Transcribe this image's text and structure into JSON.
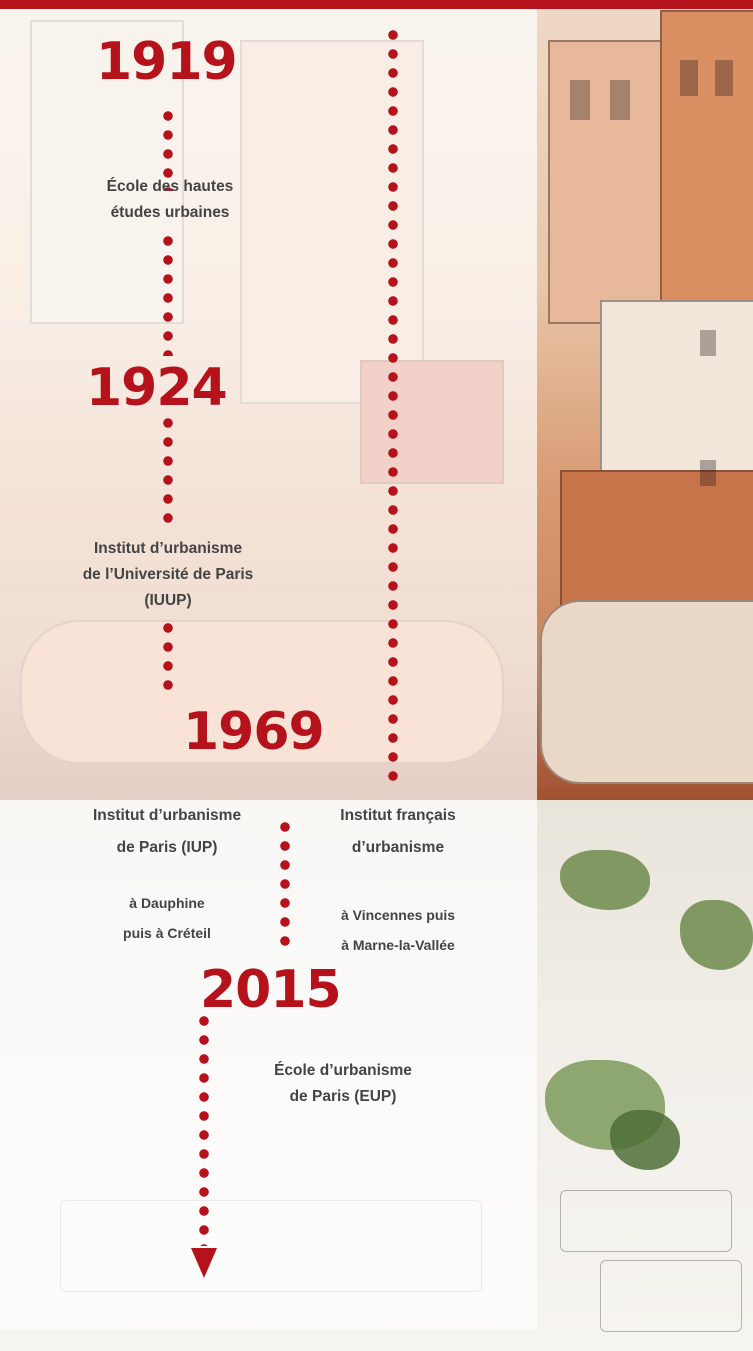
{
  "colors": {
    "accent": "#b5121b",
    "text": "#444444"
  },
  "timeline": [
    {
      "year": "1919",
      "institutions": [
        {
          "name": [
            "École des hautes",
            "études urbaines"
          ]
        }
      ]
    },
    {
      "year": "1924",
      "institutions": [
        {
          "name": [
            "Institut d’urbanisme",
            "de l’Université de Paris",
            "(IUUP)"
          ]
        }
      ]
    },
    {
      "year": "1969",
      "institutions": [
        {
          "name": [
            "Institut d’urbanisme",
            "de Paris (IUP)"
          ],
          "location": [
            "à Dauphine",
            "puis à Créteil"
          ]
        },
        {
          "name": [
            "Institut français",
            "d’urbanisme"
          ],
          "location": [
            "à Vincennes puis",
            "à Marne-la-Vallée"
          ]
        }
      ]
    },
    {
      "year": "2015",
      "institutions": [
        {
          "name": [
            "École d’urbanisme",
            "de Paris (EUP)"
          ]
        }
      ]
    }
  ],
  "icons": {
    "end_arrow": "arrow-down-icon"
  }
}
